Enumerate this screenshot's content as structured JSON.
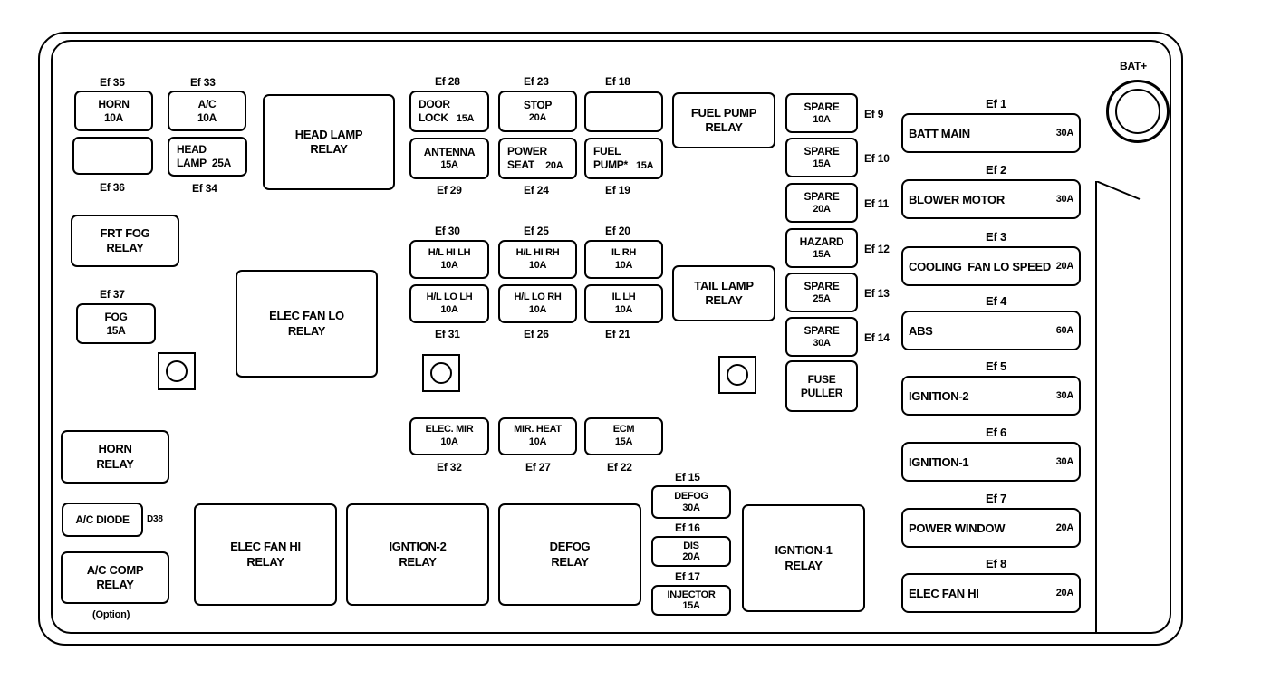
{
  "diagram": {
    "battery_label": "BAT+",
    "option_note": "(Option)",
    "left": {
      "ef35": "Ef 35",
      "horn_fuse": {
        "name": "HORN",
        "amp": "10A"
      },
      "ef36": "Ef 36",
      "ef33": "Ef 33",
      "ac_fuse": {
        "name": "A/C",
        "amp": "10A"
      },
      "ef34": "Ef 34",
      "head_lamp_fuse": {
        "name": "HEAD",
        "name2": "LAMP",
        "amp": "25A"
      },
      "head_lamp_relay": {
        "l1": "HEAD LAMP",
        "l2": "RELAY"
      },
      "frt_fog_relay": {
        "l1": "FRT FOG",
        "l2": "RELAY"
      },
      "ef37": "Ef 37",
      "fog_fuse": {
        "name": "FOG",
        "amp": "15A"
      },
      "elec_fan_lo_relay": {
        "l1": "ELEC FAN LO",
        "l2": "RELAY"
      },
      "horn_relay": {
        "l1": "HORN",
        "l2": "RELAY"
      },
      "ac_diode": "A/C DIODE",
      "d38": "D38",
      "ac_comp_relay": {
        "l1": "A/C COMP",
        "l2": "RELAY"
      }
    },
    "center": {
      "ef28": "Ef 28",
      "door_lock": {
        "name": "DOOR",
        "name2": "LOCK",
        "amp": "15A"
      },
      "ef23": "Ef 23",
      "stop": {
        "name": "STOP",
        "amp": "20A"
      },
      "ef18": "Ef 18",
      "antenna": {
        "name": "ANTENNA",
        "amp": "15A"
      },
      "ef29": "Ef 29",
      "power_seat": {
        "name": "POWER",
        "name2": "SEAT",
        "amp": "20A"
      },
      "ef24": "Ef 24",
      "fuel_pump_fuse": {
        "name": "FUEL",
        "name2": "PUMP*",
        "amp": "15A"
      },
      "ef19": "Ef 19",
      "ef30": "Ef 30",
      "hl_hi_lh": {
        "name": "H/L HI LH",
        "amp": "10A"
      },
      "ef25": "Ef 25",
      "hl_hi_rh": {
        "name": "H/L HI RH",
        "amp": "10A"
      },
      "ef20": "Ef 20",
      "il_rh": {
        "name": "IL RH",
        "amp": "10A"
      },
      "hl_lo_lh": {
        "name": "H/L LO LH",
        "amp": "10A"
      },
      "ef31": "Ef 31",
      "hl_lo_rh": {
        "name": "H/L LO RH",
        "amp": "10A"
      },
      "ef26": "Ef 26",
      "il_lh": {
        "name": "IL LH",
        "amp": "10A"
      },
      "ef21": "Ef 21",
      "elec_mir": {
        "name": "ELEC. MIR",
        "amp": "10A"
      },
      "ef32": "Ef 32",
      "mir_heat": {
        "name": "MIR. HEAT",
        "amp": "10A"
      },
      "ef27": "Ef 27",
      "ecm": {
        "name": "ECM",
        "amp": "15A"
      },
      "ef22": "Ef 22",
      "fuel_pump_relay": {
        "l1": "FUEL PUMP",
        "l2": "RELAY"
      },
      "tail_lamp_relay": {
        "l1": "TAIL LAMP",
        "l2": "RELAY"
      },
      "ef15": "Ef 15",
      "defog_fuse": {
        "name": "DEFOG",
        "amp": "30A"
      },
      "ef16": "Ef 16",
      "dis_fuse": {
        "name": "DIS",
        "amp": "20A"
      },
      "ef17": "Ef 17",
      "injector_fuse": {
        "name": "INJECTOR",
        "amp": "15A"
      },
      "elec_fan_hi_relay": {
        "l1": "ELEC FAN HI",
        "l2": "RELAY"
      },
      "igntion2_relay": {
        "l1": "IGNTION-2",
        "l2": "RELAY"
      },
      "defog_relay": {
        "l1": "DEFOG",
        "l2": "RELAY"
      },
      "igntion1_relay": {
        "l1": "IGNTION-1",
        "l2": "RELAY"
      }
    },
    "spares": [
      {
        "name": "SPARE",
        "amp": "10A",
        "ef": "Ef 9"
      },
      {
        "name": "SPARE",
        "amp": "15A",
        "ef": "Ef 10"
      },
      {
        "name": "SPARE",
        "amp": "20A",
        "ef": "Ef 11"
      },
      {
        "name": "HAZARD",
        "amp": "15A",
        "ef": "Ef 12"
      },
      {
        "name": "SPARE",
        "amp": "25A",
        "ef": "Ef 13"
      },
      {
        "name": "SPARE",
        "amp": "30A",
        "ef": "Ef 14"
      }
    ],
    "fuse_puller": {
      "l1": "FUSE",
      "l2": "PULLER"
    },
    "right": [
      {
        "ef": "Ef 1",
        "name": "BATT MAIN",
        "amp": "30A"
      },
      {
        "ef": "Ef 2",
        "name": "BLOWER MOTOR",
        "amp": "30A"
      },
      {
        "ef": "Ef 3",
        "name": "COOLING  FAN LO SPEED",
        "amp": "20A"
      },
      {
        "ef": "Ef 4",
        "name": "ABS",
        "amp": "60A"
      },
      {
        "ef": "Ef 5",
        "name": "IGNITION-2",
        "amp": "30A"
      },
      {
        "ef": "Ef 6",
        "name": "IGNITION-1",
        "amp": "30A"
      },
      {
        "ef": "Ef 7",
        "name": "POWER WINDOW",
        "amp": "20A"
      },
      {
        "ef": "Ef 8",
        "name": "ELEC FAN HI",
        "amp": "20A"
      }
    ]
  }
}
